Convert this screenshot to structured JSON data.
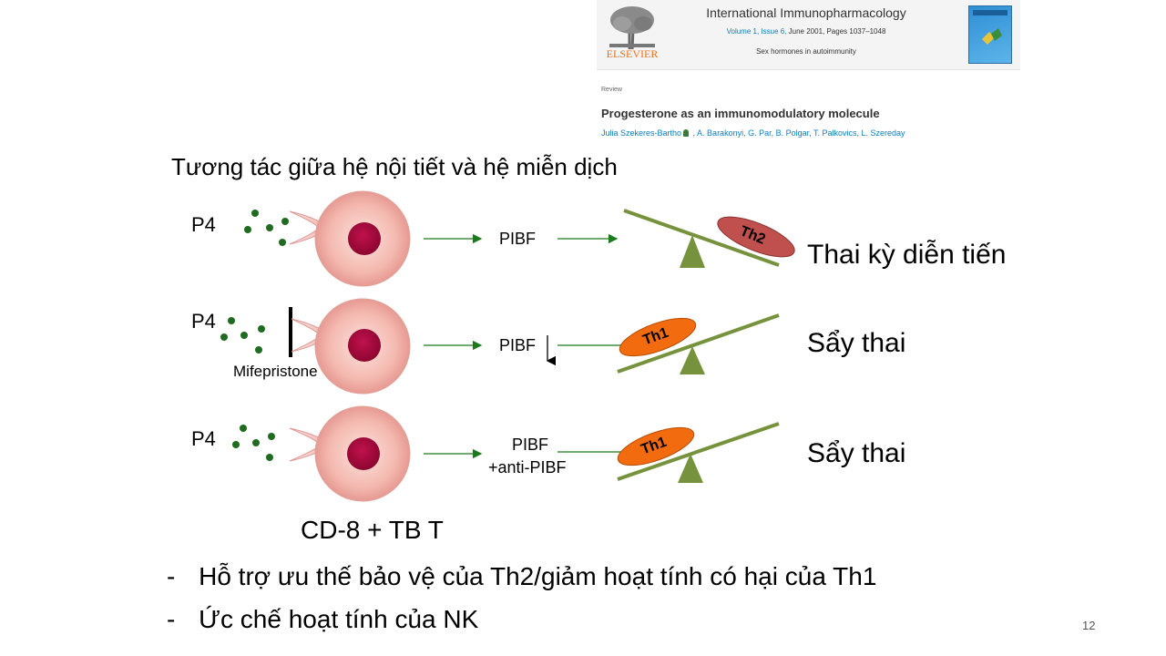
{
  "journal": {
    "publisher": "ELSEVIER",
    "title": "International Immunopharmacology",
    "volume_link": "Volume 1, Issue 6,",
    "volume_rest": " June 2001, Pages 1037–1048",
    "subtitle": "Sex hormones in autoimmunity",
    "article_type": "Review",
    "article_title": "Progesterone as an immunomodulatory molecule",
    "authors_first": "Julia Szekeres-Bartho",
    "authors_rest": " , A. Barakonyi, G. Par, B. Polgar, T. Palkovics, L. Szereday"
  },
  "heading": "Tương tác giữa hệ nội tiết và hệ miễn dịch",
  "rows": [
    {
      "hormone": "P4",
      "factor": "PIBF",
      "cell": "Th2",
      "outcome": "Thai kỳ diễn tiến"
    },
    {
      "hormone": "P4",
      "blocker": "Mifepristone",
      "factor": "PIBF",
      "cell": "Th1",
      "outcome": "Sẩy thai"
    },
    {
      "hormone": "P4",
      "factor": "PIBF",
      "factor_extra": "+anti-PIBF",
      "cell": "Th1",
      "outcome": "Sẩy thai"
    }
  ],
  "cell_type_label": "CD-8 + TB T",
  "bullets": [
    "Hỗ trợ ưu thế bảo vệ của Th2/giảm hoạt tính có hại của Th1",
    "Ức chế hoạt tính của NK"
  ],
  "bullet_marker": "-",
  "page_number": "12",
  "colors": {
    "dots": "#1f6b1f",
    "arrow": "#1b7a1b",
    "seesaw": "#76923c",
    "th2": "#c0504d",
    "th1": "#f26b0f",
    "cell_outer": "#f2b3ad",
    "nucleus": "#a3073a"
  }
}
